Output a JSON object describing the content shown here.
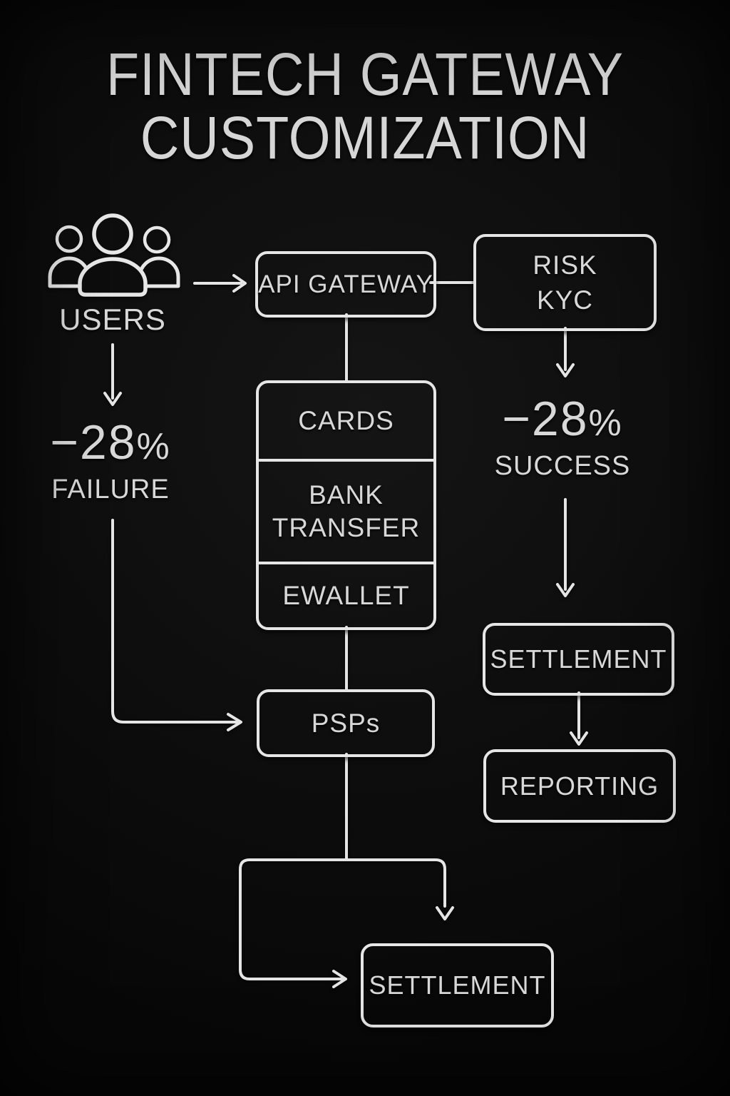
{
  "title": {
    "line1": "FINTECH GATEWAY",
    "line2": "CUSTOMIZATION"
  },
  "colors": {
    "background": "#0d0d0d",
    "stroke": "#e6e6e6",
    "text": "#d8d8d8"
  },
  "users": {
    "label": "USERS",
    "icon": "people-group-icon"
  },
  "nodes": {
    "api_gateway": {
      "label": "API GATEWAY"
    },
    "risk_kyc": {
      "line1": "RISK",
      "line2": "KYC"
    },
    "methods": {
      "items": [
        "CARDS",
        "BANK TRANSFER",
        "EWALLET"
      ]
    },
    "psps": {
      "label": "PSPs"
    },
    "settlement_right": {
      "label": "SETTLEMENT"
    },
    "reporting": {
      "label": "REPORTING"
    },
    "settlement_bottom": {
      "label": "SETTLEMENT"
    }
  },
  "stats": {
    "failure": {
      "number": "−28",
      "percent": "%",
      "label": "FAILURE"
    },
    "success": {
      "number": "−28",
      "percent": "%",
      "label": "SUCCESS"
    }
  },
  "edges": [
    {
      "from": "USERS",
      "to": "API GATEWAY"
    },
    {
      "from": "API GATEWAY",
      "to": "RISK KYC"
    },
    {
      "from": "API GATEWAY",
      "to": "CARDS / BANK TRANSFER / EWALLET"
    },
    {
      "from": "USERS",
      "to": "−28% FAILURE"
    },
    {
      "from": "RISK KYC",
      "to": "−28% SUCCESS"
    },
    {
      "from": "−28% SUCCESS",
      "to": "SETTLEMENT"
    },
    {
      "from": "SETTLEMENT",
      "to": "REPORTING"
    },
    {
      "from": "−28% FAILURE",
      "to": "PSPs"
    },
    {
      "from": "EWALLET",
      "to": "PSPs"
    },
    {
      "from": "PSPs",
      "to": "SETTLEMENT (bottom, down arrow)"
    },
    {
      "from": "PSPs",
      "to": "SETTLEMENT (bottom, left loop arrow)"
    }
  ]
}
